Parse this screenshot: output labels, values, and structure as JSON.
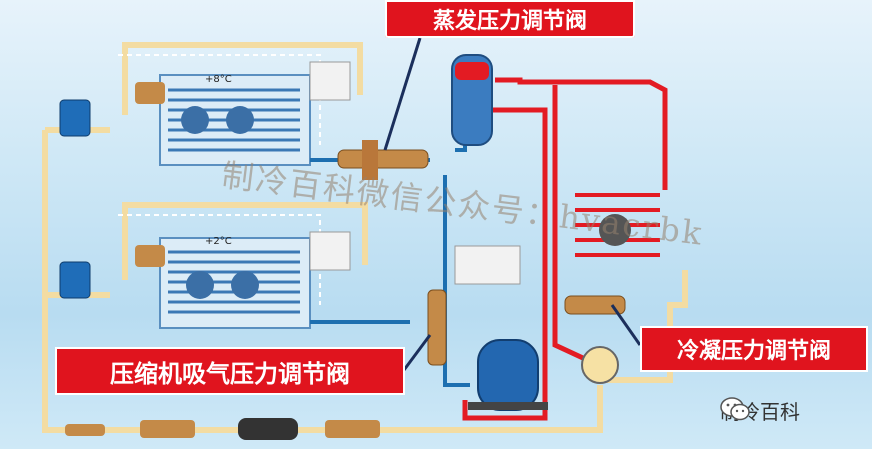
{
  "labels": {
    "evaporator_pressure_valve": "蒸发压力调节阀",
    "compressor_suction_valve": "压缩机吸气压力调节阀",
    "condensing_pressure_valve": "冷凝压力调节阀"
  },
  "evaporators": {
    "top_temp": "+8°C",
    "bottom_temp": "+2°C"
  },
  "watermark": "制冷百科微信公众号：hvacrbk",
  "wechat": {
    "icon": "wechat-icon",
    "account_name": "制冷百科"
  },
  "colors": {
    "label_bg": "#e0141e",
    "hot_line": "#e31b23",
    "liquid_line": "#f1d9a0",
    "suction_line": "#1d6fb0"
  }
}
